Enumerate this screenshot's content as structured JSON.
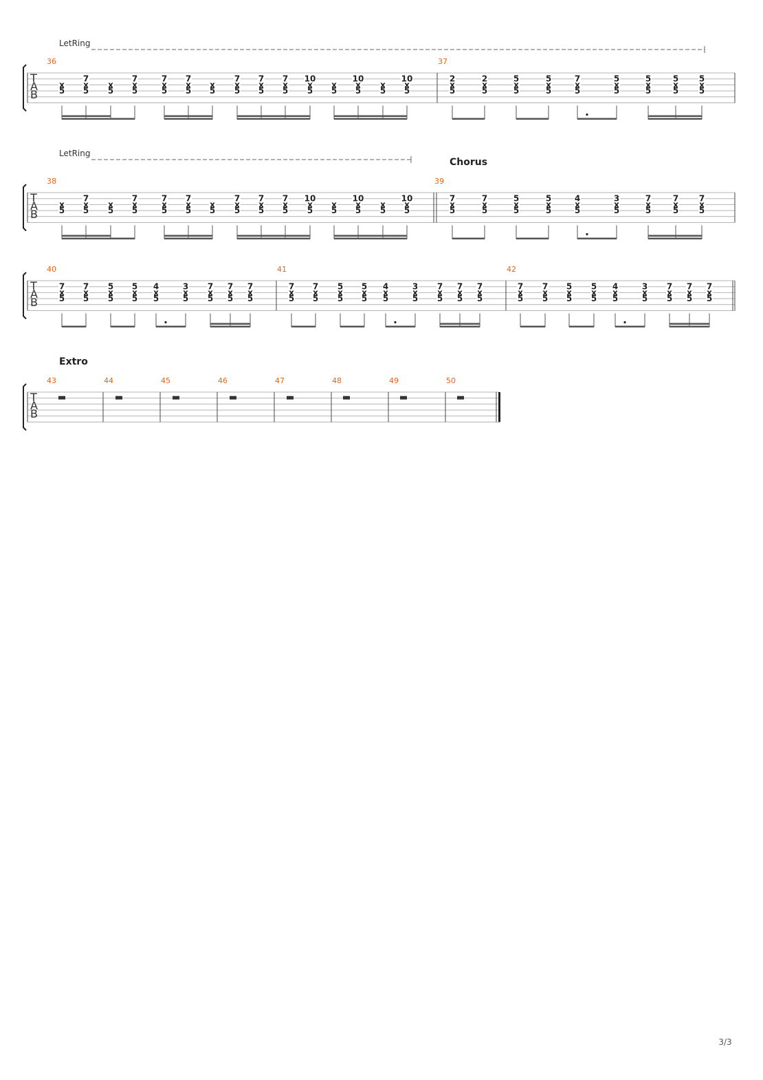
{
  "document": {
    "page_number": "3/3",
    "tab_clef": [
      "T",
      "A",
      "B"
    ],
    "colors": {
      "measure_number": "#e8641b",
      "staff_line": "#b4b4b4",
      "note_text": "#222222",
      "beam": "#555555"
    }
  },
  "systems": [
    {
      "let_ring": "LetRing",
      "measures": [
        {
          "number": "36",
          "beats": [
            {
              "notes": {
                "3": "x",
                "4": "5"
              }
            },
            {
              "notes": {
                "2": "7",
                "3": "x",
                "4": "5"
              }
            },
            {
              "notes": {
                "3": "x",
                "4": "5"
              }
            },
            {
              "notes": {
                "2": "7",
                "3": "x",
                "4": "5"
              }
            },
            {
              "notes": {
                "2": "7",
                "3": "x",
                "4": "5"
              }
            },
            {
              "notes": {
                "2": "7",
                "3": "x",
                "4": "5"
              }
            },
            {
              "notes": {
                "3": "x",
                "4": "5"
              }
            },
            {
              "notes": {
                "2": "7",
                "3": "x",
                "4": "5"
              }
            },
            {
              "notes": {
                "2": "7",
                "3": "x",
                "4": "5"
              }
            },
            {
              "notes": {
                "2": "7",
                "3": "x",
                "4": "5"
              }
            },
            {
              "notes": {
                "2": "10",
                "3": "x",
                "4": "5"
              }
            },
            {
              "notes": {
                "3": "x",
                "4": "5"
              }
            },
            {
              "notes": {
                "2": "10",
                "3": "x",
                "4": "5"
              }
            },
            {
              "notes": {
                "3": "x",
                "4": "5"
              }
            },
            {
              "notes": {
                "2": "10",
                "3": "x",
                "4": "5"
              }
            }
          ],
          "groups": [
            {
              "beats": [
                0,
                1,
                2,
                3
              ],
              "beams": 2,
              "single_beam_tail": [
                2,
                3
              ]
            },
            {
              "beats": [
                4,
                5,
                6
              ],
              "beams": 2
            },
            {
              "beats": [
                7,
                8,
                9,
                10
              ],
              "beams": 2
            },
            {
              "beats": [
                11,
                12,
                13,
                14
              ],
              "beams": 2
            }
          ]
        },
        {
          "number": "37",
          "beats": [
            {
              "notes": {
                "2": "2",
                "3": "x",
                "4": "5"
              }
            },
            {
              "notes": {
                "2": "2",
                "3": "x",
                "4": "5"
              }
            },
            {
              "notes": {
                "2": "5",
                "3": "x",
                "4": "5"
              }
            },
            {
              "notes": {
                "2": "5",
                "3": "x",
                "4": "5"
              }
            },
            {
              "notes": {
                "2": "7",
                "3": "x",
                "4": "5"
              }
            },
            {
              "notes": {
                "2": "5",
                "3": "x",
                "4": "5"
              }
            },
            {
              "notes": {
                "2": "5",
                "3": "x",
                "4": "5"
              }
            },
            {
              "notes": {
                "2": "5",
                "3": "x",
                "4": "5"
              }
            },
            {
              "notes": {
                "2": "5",
                "3": "x",
                "4": "5"
              }
            }
          ],
          "groups": [
            {
              "beats": [
                0,
                1
              ],
              "beams": 1
            },
            {
              "beats": [
                2,
                3
              ],
              "beams": 1
            },
            {
              "beats": [
                4,
                5
              ],
              "beams": 1,
              "dotted_first": true
            },
            {
              "beats": [
                6,
                7,
                8
              ],
              "beams": 2
            }
          ]
        }
      ]
    },
    {
      "let_ring": "LetRing",
      "section": "Chorus",
      "measures": [
        {
          "number": "38",
          "beats": [
            {
              "notes": {
                "3": "x",
                "4": "5"
              }
            },
            {
              "notes": {
                "2": "7",
                "3": "x",
                "4": "5"
              }
            },
            {
              "notes": {
                "3": "x",
                "4": "5"
              }
            },
            {
              "notes": {
                "2": "7",
                "3": "x",
                "4": "5"
              }
            },
            {
              "notes": {
                "2": "7",
                "3": "x",
                "4": "5"
              }
            },
            {
              "notes": {
                "2": "7",
                "3": "x",
                "4": "5"
              }
            },
            {
              "notes": {
                "3": "x",
                "4": "5"
              }
            },
            {
              "notes": {
                "2": "7",
                "3": "x",
                "4": "5"
              }
            },
            {
              "notes": {
                "2": "7",
                "3": "x",
                "4": "5"
              }
            },
            {
              "notes": {
                "2": "7",
                "3": "x",
                "4": "5"
              }
            },
            {
              "notes": {
                "2": "10",
                "3": "x",
                "4": "5"
              }
            },
            {
              "notes": {
                "3": "x",
                "4": "5"
              }
            },
            {
              "notes": {
                "2": "10",
                "3": "x",
                "4": "5"
              }
            },
            {
              "notes": {
                "3": "x",
                "4": "5"
              }
            },
            {
              "notes": {
                "2": "10",
                "3": "x",
                "4": "5"
              }
            }
          ],
          "groups": [
            {
              "beats": [
                0,
                1,
                2,
                3
              ],
              "beams": 2,
              "single_beam_tail": [
                2,
                3
              ]
            },
            {
              "beats": [
                4,
                5,
                6
              ],
              "beams": 2
            },
            {
              "beats": [
                7,
                8,
                9,
                10
              ],
              "beams": 2
            },
            {
              "beats": [
                11,
                12,
                13,
                14
              ],
              "beams": 2
            }
          ]
        },
        {
          "number": "39",
          "double_bar_start": true,
          "beats": [
            {
              "notes": {
                "2": "7",
                "3": "x",
                "4": "5"
              }
            },
            {
              "notes": {
                "2": "7",
                "3": "x",
                "4": "5"
              }
            },
            {
              "notes": {
                "2": "5",
                "3": "x",
                "4": "5"
              }
            },
            {
              "notes": {
                "2": "5",
                "3": "x",
                "4": "5"
              }
            },
            {
              "notes": {
                "2": "4",
                "3": "x",
                "4": "5"
              }
            },
            {
              "notes": {
                "2": "3",
                "3": "x",
                "4": "5"
              }
            },
            {
              "notes": {
                "2": "7",
                "3": "x",
                "4": "5"
              }
            },
            {
              "notes": {
                "2": "7",
                "3": "x",
                "4": "5"
              }
            },
            {
              "notes": {
                "2": "7",
                "3": "x",
                "4": "5"
              }
            }
          ],
          "groups": [
            {
              "beats": [
                0,
                1
              ],
              "beams": 1
            },
            {
              "beats": [
                2,
                3
              ],
              "beams": 1
            },
            {
              "beats": [
                4,
                5
              ],
              "beams": 1,
              "dotted_first": true
            },
            {
              "beats": [
                6,
                7,
                8
              ],
              "beams": 2
            }
          ]
        }
      ]
    },
    {
      "measures": [
        {
          "number": "40",
          "beats": [
            {
              "notes": {
                "2": "7",
                "3": "x",
                "4": "5"
              }
            },
            {
              "notes": {
                "2": "7",
                "3": "x",
                "4": "5"
              }
            },
            {
              "notes": {
                "2": "5",
                "3": "x",
                "4": "5"
              }
            },
            {
              "notes": {
                "2": "5",
                "3": "x",
                "4": "5"
              }
            },
            {
              "notes": {
                "2": "4",
                "3": "x",
                "4": "5"
              }
            },
            {
              "notes": {
                "2": "3",
                "3": "x",
                "4": "5"
              }
            },
            {
              "notes": {
                "2": "7",
                "3": "x",
                "4": "5"
              }
            },
            {
              "notes": {
                "2": "7",
                "3": "x",
                "4": "5"
              }
            },
            {
              "notes": {
                "2": "7",
                "3": "x",
                "4": "5"
              }
            }
          ],
          "groups": [
            {
              "beats": [
                0,
                1
              ],
              "beams": 1
            },
            {
              "beats": [
                2,
                3
              ],
              "beams": 1
            },
            {
              "beats": [
                4,
                5
              ],
              "beams": 1,
              "dotted_first": true
            },
            {
              "beats": [
                6,
                7,
                8
              ],
              "beams": 2
            }
          ]
        },
        {
          "number": "41",
          "beats": [
            {
              "notes": {
                "2": "7",
                "3": "x",
                "4": "5"
              }
            },
            {
              "notes": {
                "2": "7",
                "3": "x",
                "4": "5"
              }
            },
            {
              "notes": {
                "2": "5",
                "3": "x",
                "4": "5"
              }
            },
            {
              "notes": {
                "2": "5",
                "3": "x",
                "4": "5"
              }
            },
            {
              "notes": {
                "2": "4",
                "3": "x",
                "4": "5"
              }
            },
            {
              "notes": {
                "2": "3",
                "3": "x",
                "4": "5"
              }
            },
            {
              "notes": {
                "2": "7",
                "3": "x",
                "4": "5"
              }
            },
            {
              "notes": {
                "2": "7",
                "3": "x",
                "4": "5"
              }
            },
            {
              "notes": {
                "2": "7",
                "3": "x",
                "4": "5"
              }
            }
          ],
          "groups": [
            {
              "beats": [
                0,
                1
              ],
              "beams": 1
            },
            {
              "beats": [
                2,
                3
              ],
              "beams": 1
            },
            {
              "beats": [
                4,
                5
              ],
              "beams": 1,
              "dotted_first": true
            },
            {
              "beats": [
                6,
                7,
                8
              ],
              "beams": 2
            }
          ]
        },
        {
          "number": "42",
          "double_bar_end": true,
          "beats": [
            {
              "notes": {
                "2": "7",
                "3": "x",
                "4": "5"
              }
            },
            {
              "notes": {
                "2": "7",
                "3": "x",
                "4": "5"
              }
            },
            {
              "notes": {
                "2": "5",
                "3": "x",
                "4": "5"
              }
            },
            {
              "notes": {
                "2": "5",
                "3": "x",
                "4": "5"
              }
            },
            {
              "notes": {
                "2": "4",
                "3": "x",
                "4": "5"
              }
            },
            {
              "notes": {
                "2": "3",
                "3": "x",
                "4": "5"
              }
            },
            {
              "notes": {
                "2": "7",
                "3": "x",
                "4": "5"
              }
            },
            {
              "notes": {
                "2": "7",
                "3": "x",
                "4": "5"
              }
            },
            {
              "notes": {
                "2": "7",
                "3": "x",
                "4": "5"
              }
            }
          ],
          "groups": [
            {
              "beats": [
                0,
                1
              ],
              "beams": 1
            },
            {
              "beats": [
                2,
                3
              ],
              "beams": 1
            },
            {
              "beats": [
                4,
                5
              ],
              "beams": 1,
              "dotted_first": true
            },
            {
              "beats": [
                6,
                7,
                8
              ],
              "beams": 2
            }
          ]
        }
      ]
    },
    {
      "section": "Extro",
      "measures": [
        {
          "number": "43",
          "rest": true
        },
        {
          "number": "44",
          "rest": true
        },
        {
          "number": "45",
          "rest": true
        },
        {
          "number": "46",
          "rest": true
        },
        {
          "number": "47",
          "rest": true
        },
        {
          "number": "48",
          "rest": true
        },
        {
          "number": "49",
          "rest": true
        },
        {
          "number": "50",
          "rest": true,
          "final_bar": true
        }
      ]
    }
  ]
}
